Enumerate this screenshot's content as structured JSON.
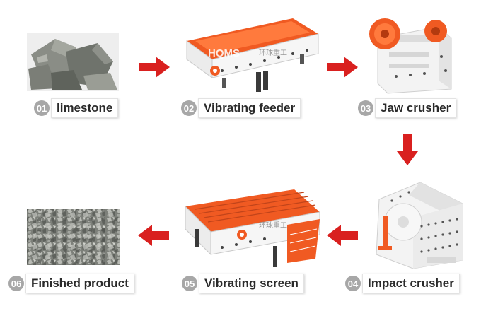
{
  "stages": [
    {
      "num": "01",
      "label": "limestone"
    },
    {
      "num": "02",
      "label": "Vibrating feeder"
    },
    {
      "num": "03",
      "label": "Jaw crusher"
    },
    {
      "num": "04",
      "label": "Impact crusher"
    },
    {
      "num": "05",
      "label": "Vibrating screen"
    },
    {
      "num": "06",
      "label": "Finished product"
    }
  ],
  "watermark": {
    "brand": "HQMS",
    "cn": "环球重工"
  },
  "colors": {
    "arrow": "#d9201f",
    "machine_orange": "#f05a22",
    "machine_body": "#f4f4f4",
    "badge": "#a7a7a7"
  }
}
